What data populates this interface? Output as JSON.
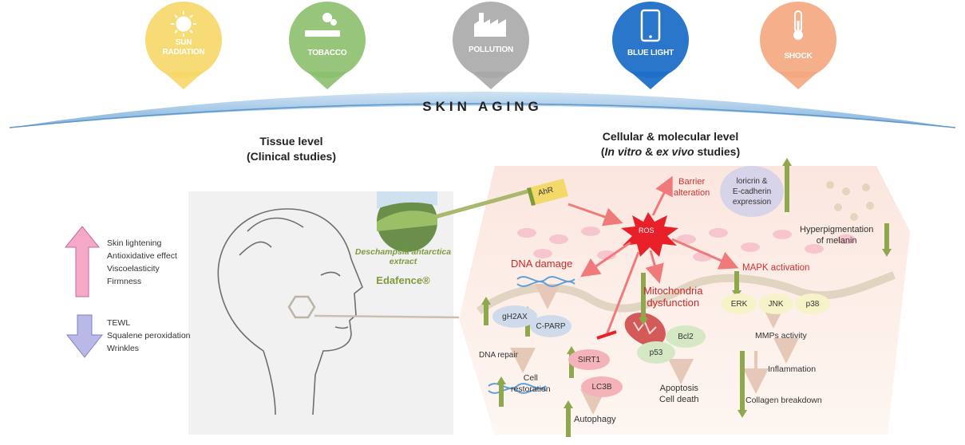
{
  "stressors": [
    {
      "label": "SUN RADIATION",
      "icon": "sun-icon",
      "color": "#f6d768"
    },
    {
      "label": "TOBACCO",
      "icon": "cigarette-icon",
      "color": "#8cbf6e"
    },
    {
      "label": "POLLUTION",
      "icon": "factory-icon",
      "color": "#a9a9a9"
    },
    {
      "label": "BLUE LIGHT",
      "icon": "smartphone-icon",
      "color": "#1f6fc8"
    },
    {
      "label": "SHOCK",
      "icon": "thermometer-icon",
      "color": "#f4a77e"
    }
  ],
  "title": "SKIN AGING",
  "tissue": {
    "heading1": "Tissue level",
    "heading2": "(Clinical studies)"
  },
  "cellular": {
    "heading1": "Cellular & molecular level",
    "heading2_a": "In vitro",
    "heading2_b": " & ",
    "heading2_c": "ex vivo",
    "heading2_d": " studies)"
  },
  "effects_up": [
    "Skin lightening",
    "Antioxidative effect",
    "Viscoelasticity",
    "Firmness"
  ],
  "effects_down": [
    "TEWL",
    "Squalene peroxidation",
    "Wrinkles"
  ],
  "plant": {
    "name1": "Deschampsia antarctica",
    "name2": "extract",
    "brand": "Edafence®"
  },
  "labels": {
    "ahr": "AhR",
    "ros": "ROS",
    "barrier1": "Barrier",
    "barrier2": "alteration",
    "loricrin1": "loricrin &",
    "loricrin2": "E-cadherin",
    "loricrin3": "expression",
    "hyper1": "Hyperpigmentation",
    "hyper2": "of melanin",
    "dna_damage": "DNA damage",
    "mito1": "Mitochondria",
    "mito2": "dysfunction",
    "mapk": "MAPK activation",
    "erk": "ERK",
    "jnk": "JNK",
    "p38": "p38",
    "gh2ax": "gH2AX",
    "cparp": "C-PARP",
    "dna_repair": "DNA repair",
    "cell1": "Cell",
    "cell2": "restoration",
    "sirt1": "SIRT1",
    "lc3b": "LC3B",
    "autophagy": "Autophagy",
    "bcl2": "Bcl2",
    "p53": "p53",
    "apoptosis1": "Apoptosis",
    "apoptosis2": "Cell death",
    "mmps": "MMPs activity",
    "inflammation": "Inflammation",
    "collagen": "Collagen breakdown"
  },
  "colors": {
    "arrow_green": "#8fa84e",
    "ros_red": "#e8202a",
    "pathway_red": "#f07a7a",
    "pink_up": "#f5a9c7",
    "lavender_down": "#b9b8e6"
  }
}
